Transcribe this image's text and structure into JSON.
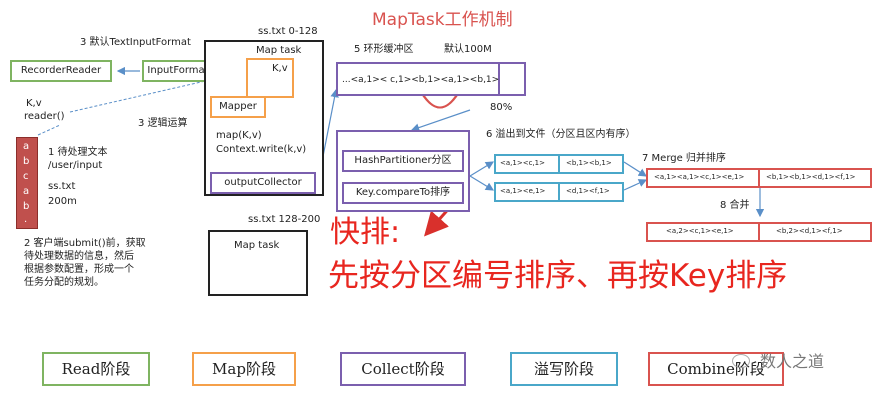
{
  "title": "MapTask工作机制",
  "step3": "3 默认TextInputFormat",
  "recorder_reader": "RecorderReader",
  "input_format": "InputFormat",
  "kv_reader": [
    "K,v",
    "reader()"
  ],
  "split_top": "ss.txt 0-128",
  "map_task_top": "Map task",
  "kv": "K,v",
  "mapper": "Mapper",
  "logic": "3 逻辑运算",
  "map_call": [
    "map(K,v)",
    "Context.write(k,v)"
  ],
  "output_collector": "outputCollector",
  "step1": [
    "1 待处理文本",
    "/user/input",
    "ss.txt",
    "200m"
  ],
  "file_letters": [
    "a",
    "b",
    "c",
    "a",
    "b",
    "."
  ],
  "step2": [
    "2 客户端submit()前，获取",
    "待处理数据的信息，然后",
    "根据参数配置，形成一个",
    "任务分配的规划。"
  ],
  "split_bottom": "ss.txt 128-200",
  "map_task_bottom": "Map task",
  "step5": "5 环形缓冲区",
  "default100m": "默认100M",
  "ring_content": "...<a,1>< c,1><b,1><a,1><b,1>",
  "pct80": "80%",
  "partitioner": "HashPartitioner分区",
  "key_compare": "Key.compareTo排序",
  "step6": "6 溢出到文件（分区且区内有序）",
  "spill_files": [
    [
      "<a,1><c,1>",
      "<b,1><b,1>"
    ],
    [
      "<a,1><e,1>",
      "<d,1><f,1>"
    ]
  ],
  "step7": "7 Merge 归并排序",
  "merge_cells": [
    "<a,1><a,1><c,1><e,1>",
    "<b,1><b,1><d,1><f,1>"
  ],
  "step8": "8 合并",
  "combine_cells": [
    "<a,2><c,1><e,1>",
    "<b,2><d,1><f,1>"
  ],
  "quick_sort": [
    "快排:",
    "先按分区编号排序、再按Key排序"
  ],
  "stages": [
    "Read阶段",
    "Map阶段",
    "Collect阶段",
    "溢写阶段",
    "Combine阶段"
  ],
  "watermark": "数人之道",
  "colors": {
    "read": "#7fb461",
    "map": "#f5a04a",
    "collect": "#7b5fae",
    "spill": "#4aa7c9",
    "combine": "#d9534f",
    "title": "#d9534f"
  }
}
